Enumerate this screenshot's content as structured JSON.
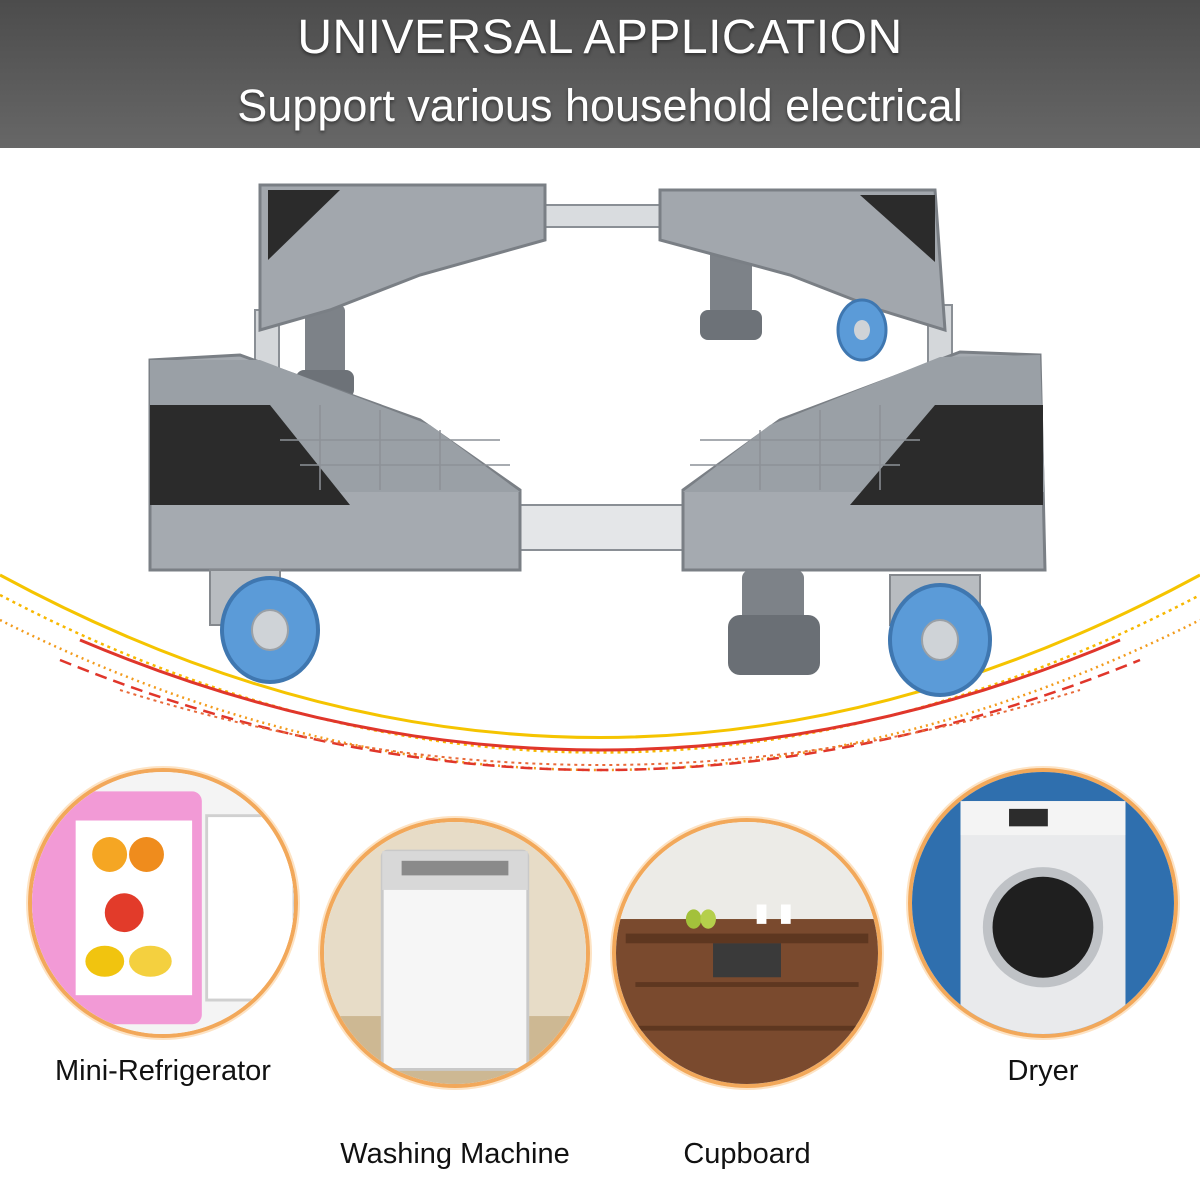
{
  "header": {
    "title": "UNIVERSAL APPLICATION",
    "subtitle": "Support various household electrical"
  },
  "appliances": [
    {
      "label": "Mini-Refrigerator"
    },
    {
      "label": "Washing Machine"
    },
    {
      "label": "Cupboard"
    },
    {
      "label": "Dryer"
    }
  ],
  "colors": {
    "header_bg": "#5a5a5a",
    "stand_gray": "#8f949a",
    "wheel_blue": "#5b9bd8",
    "arc_red": "#e0362b",
    "arc_yellow": "#f5c400",
    "circle_border": "#f2a85a"
  }
}
